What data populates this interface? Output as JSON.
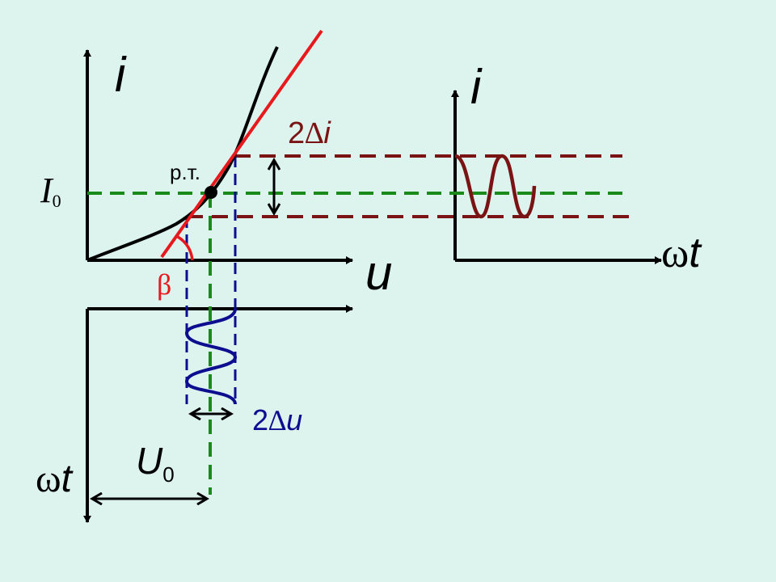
{
  "labels": {
    "i_main": "i",
    "i_right": "i",
    "u_axis": "u",
    "omega": "ω",
    "t": "t",
    "I": "I",
    "U": "U",
    "zero": "0",
    "point": "р.т.",
    "beta": "β",
    "two": "2",
    "delta": "∆",
    "di_var": "i",
    "du_var": "u"
  },
  "colors": {
    "background": "#ddf3ee",
    "axes": "#000000",
    "tangent": "#e8191c",
    "green": "#1a8a1a",
    "maroon": "#7a1414",
    "blue": "#0d0d90"
  }
}
